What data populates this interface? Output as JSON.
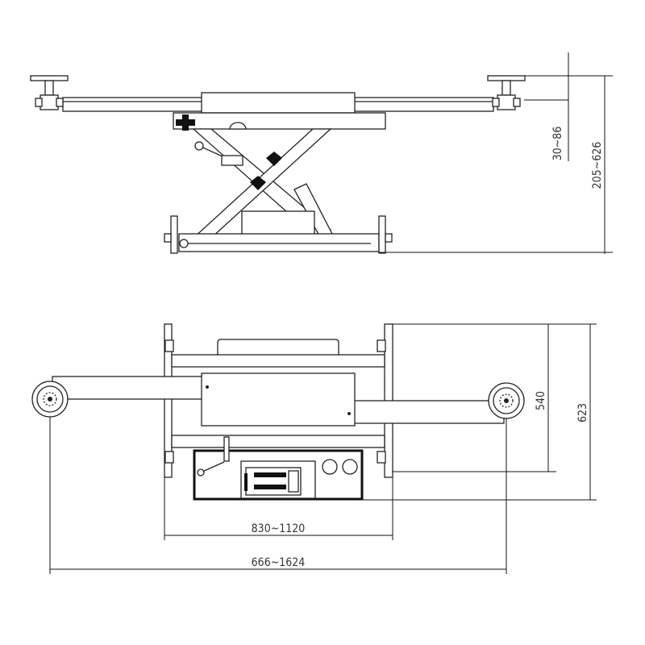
{
  "side_view": {
    "dim_pad_height": "30~86",
    "dim_total_height": "205~626"
  },
  "top_view": {
    "dim_inner_width": "540",
    "dim_outer_width": "623",
    "dim_frame_length": "830~1120",
    "dim_arm_span": "666~1624"
  }
}
